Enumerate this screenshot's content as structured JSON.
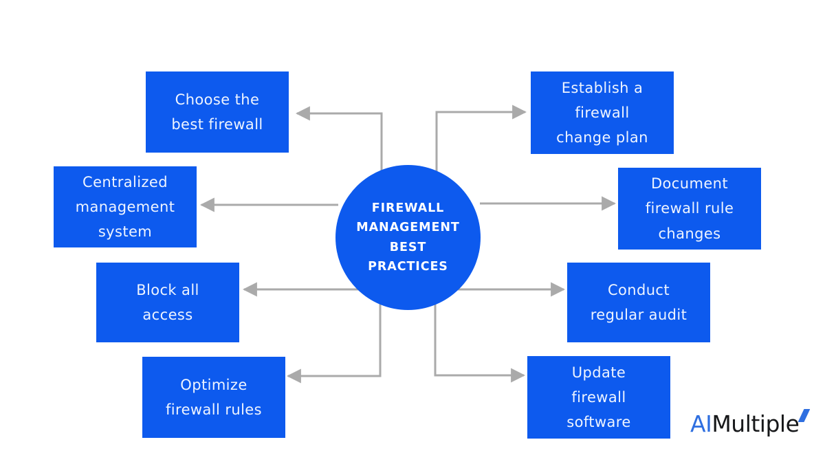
{
  "diagram": {
    "type": "hub-and-spoke",
    "hub": {
      "label": "FIREWALL\nMANAGEMENT\nBEST\nPRACTICES",
      "color": "#0d5aee",
      "text_color": "#ffffff"
    },
    "box_color": "#0d5aee",
    "box_text_color": "#eef4ff",
    "connector_color": "#aaaaaa",
    "nodes": [
      {
        "id": "choose-best-firewall",
        "label": "Choose the\nbest firewall",
        "side": "left",
        "row": "top"
      },
      {
        "id": "centralized-management-system",
        "label": "Centralized\nmanagement\nsystem",
        "side": "left",
        "row": "upper-middle"
      },
      {
        "id": "block-all-access",
        "label": "Block all\naccess",
        "side": "left",
        "row": "lower-middle"
      },
      {
        "id": "optimize-firewall-rules",
        "label": "Optimize\nfirewall rules",
        "side": "left",
        "row": "bottom"
      },
      {
        "id": "establish-firewall-change-plan",
        "label": "Establish a\nfirewall\nchange plan",
        "side": "right",
        "row": "top"
      },
      {
        "id": "document-firewall-rule-changes",
        "label": "Document\nfirewall rule\nchanges",
        "side": "right",
        "row": "upper-middle"
      },
      {
        "id": "conduct-regular-audit",
        "label": "Conduct\nregular audit",
        "side": "right",
        "row": "lower-middle"
      },
      {
        "id": "update-firewall-software",
        "label": "Update\nfirewall\nsoftware",
        "side": "right",
        "row": "bottom"
      }
    ]
  },
  "logo": {
    "prefix": "AI",
    "suffix": "Multiple",
    "accent_color": "#2f6fe0",
    "text_color": "#17181a"
  }
}
